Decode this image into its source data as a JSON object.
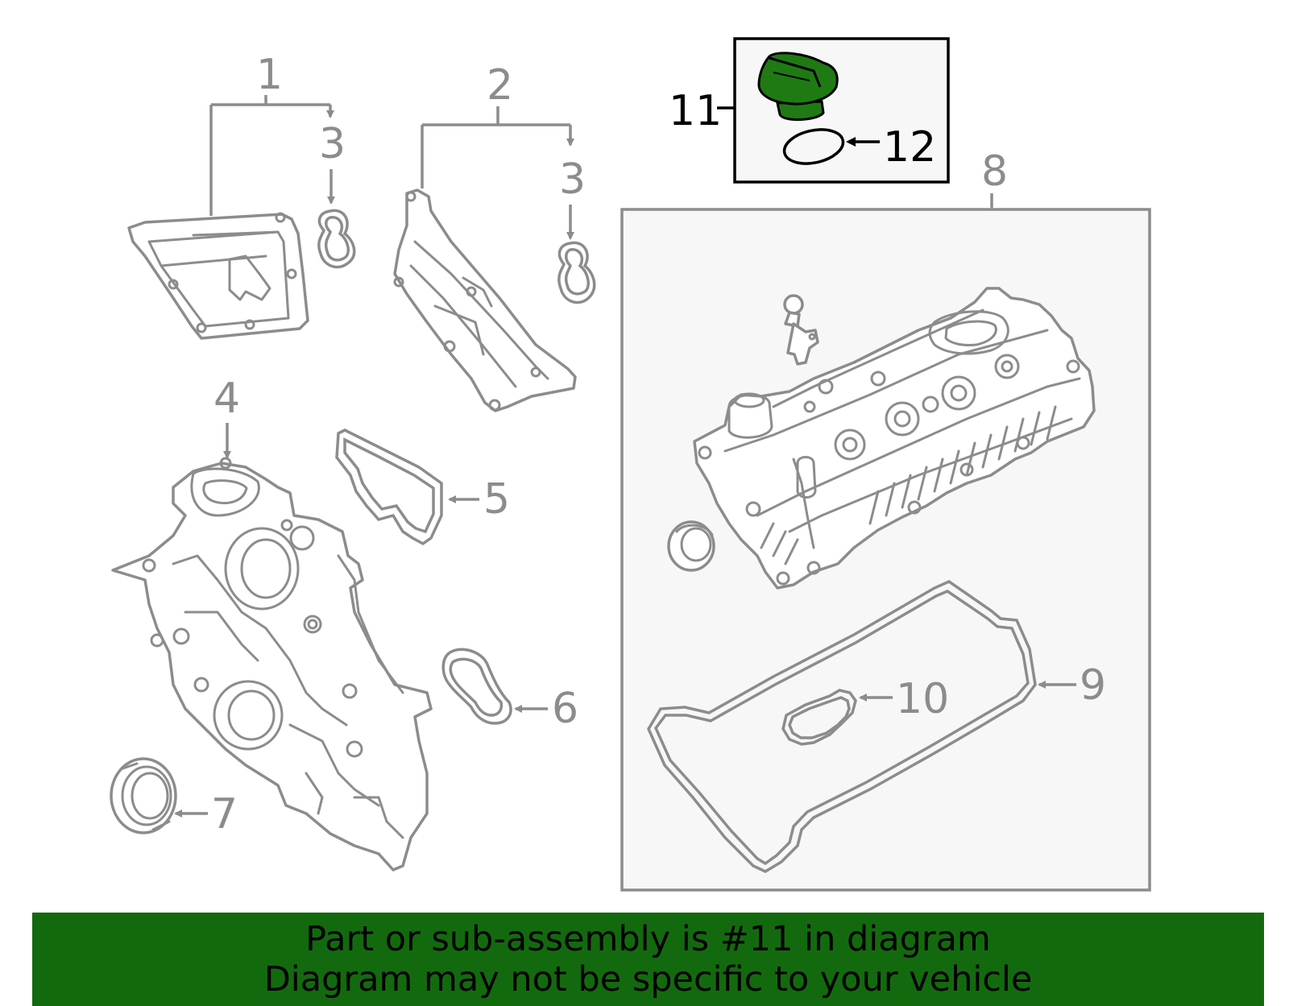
{
  "diagram": {
    "callouts": [
      {
        "id": "1",
        "text": "1"
      },
      {
        "id": "2",
        "text": "2"
      },
      {
        "id": "3a",
        "text": "3"
      },
      {
        "id": "3b",
        "text": "3"
      },
      {
        "id": "4",
        "text": "4"
      },
      {
        "id": "5",
        "text": "5"
      },
      {
        "id": "6",
        "text": "6"
      },
      {
        "id": "7",
        "text": "7"
      },
      {
        "id": "8",
        "text": "8"
      },
      {
        "id": "9",
        "text": "9"
      },
      {
        "id": "10",
        "text": "10"
      },
      {
        "id": "11",
        "text": "11"
      },
      {
        "id": "12",
        "text": "12"
      }
    ],
    "highlighted_part": "11",
    "colors": {
      "line": "#8c8c8c",
      "highlight_fill": "#1f7a14",
      "highlight_box": "#000000",
      "banner": "#136a0e",
      "panel_bg": "#f7f7f7"
    }
  },
  "banner": {
    "line1": "Part or sub-assembly is #11 in diagram",
    "line2": "Diagram may not be specific to your vehicle"
  }
}
